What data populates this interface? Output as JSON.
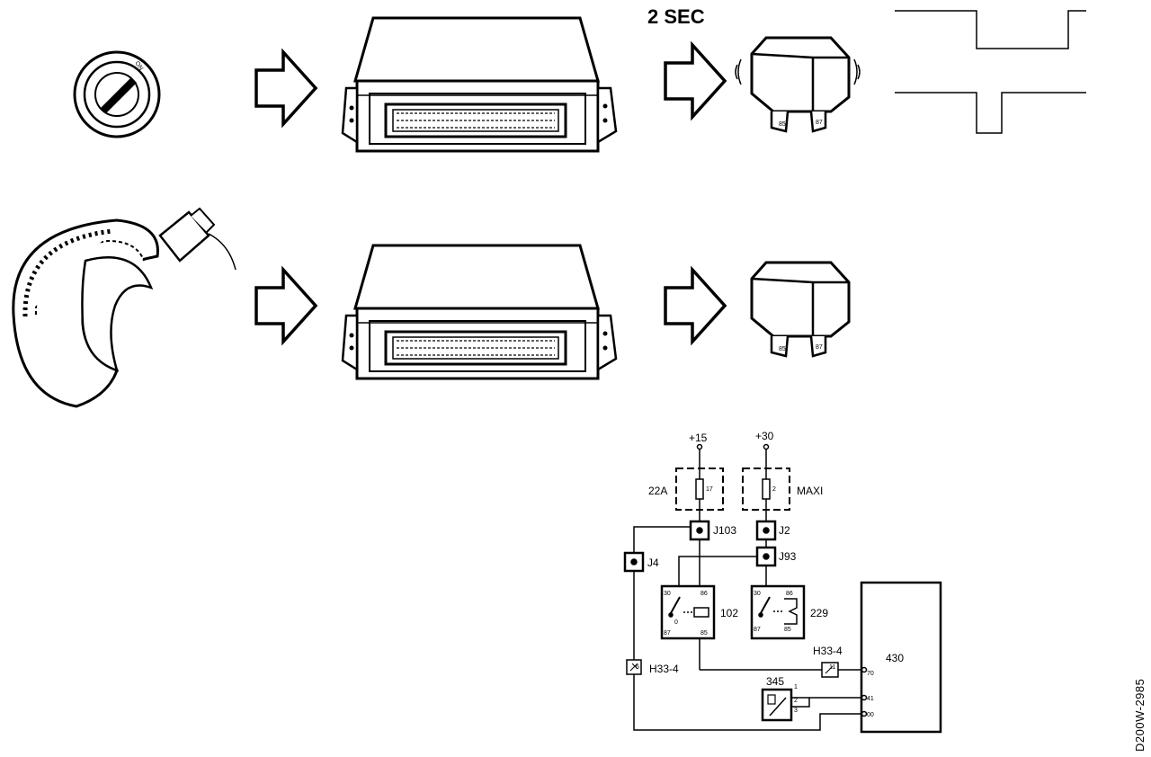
{
  "top_row": {
    "switch_label": "ON",
    "timer_label": "2 SEC"
  },
  "circuit": {
    "supply_15": "+15",
    "supply_30": "+30",
    "fuse_a_label": "22A",
    "fuse_a_pin": "17",
    "fuse_b_label": "MAXI",
    "fuse_b_pin": "2",
    "j103": "J103",
    "j2": "J2",
    "j4": "J4",
    "j93": "J93",
    "relay_102": "102",
    "relay_229": "229",
    "relay_102_pins": {
      "tl": "30",
      "tr": "86",
      "bl": "87",
      "br": "85",
      "mid": "0"
    },
    "relay_229_pins": {
      "tl": "30",
      "tr": "86",
      "bl": "87",
      "br": "85"
    },
    "h33_left": "H33-4",
    "h33_left_pin": "5",
    "h33_right": "H33-4",
    "h33_right_pin": "11",
    "ecu_label": "430",
    "ecu_pins": {
      "p1": "70",
      "p2": "41",
      "p3": "00"
    },
    "sensor_345": "345",
    "sensor_pins": {
      "p1": "1",
      "p2": "2",
      "p3": "3"
    }
  },
  "reference_code": "D200W-2985"
}
